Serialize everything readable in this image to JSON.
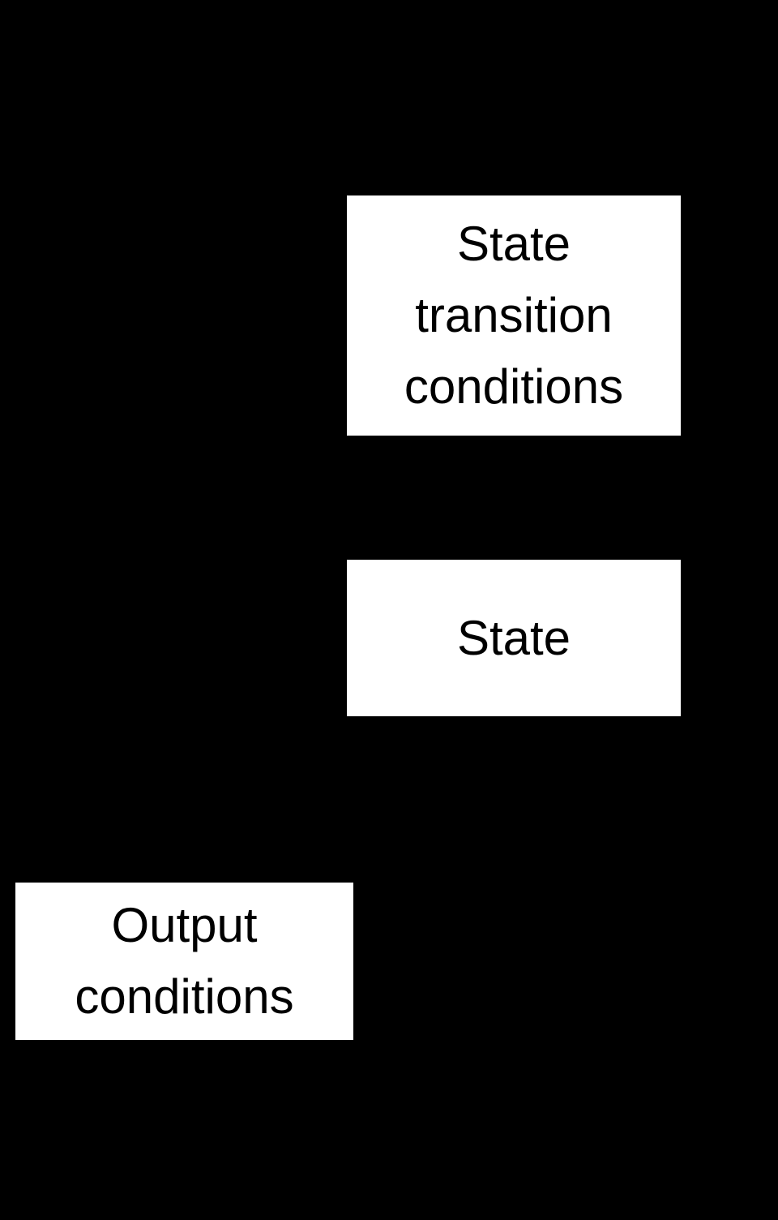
{
  "colors": {
    "background": "#000000",
    "node_fill": "#ffffff",
    "node_text": "#000000"
  },
  "nodes": [
    {
      "name": "state-transition-conditions",
      "lines": [
        "State",
        "transition",
        "conditions"
      ]
    },
    {
      "name": "state",
      "lines": [
        "State"
      ]
    },
    {
      "name": "output-conditions",
      "lines": [
        "Output",
        "conditions"
      ]
    }
  ]
}
